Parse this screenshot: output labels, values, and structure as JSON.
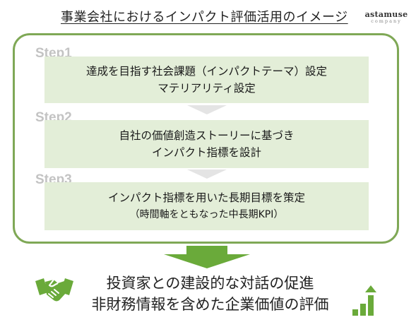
{
  "header": {
    "title": "事業会社におけるインパクト評価活用のイメージ",
    "logo_main": "astamuse",
    "logo_sub": "company"
  },
  "steps": [
    {
      "label": "Step1",
      "line1": "達成を目指す社会課題（インパクトテーマ）設定",
      "line2": "マテリアリティ設定"
    },
    {
      "label": "Step2",
      "line1": "自社の価値創造ストーリーに基づき",
      "line2": "インパクト指標を設計"
    },
    {
      "label": "Step3",
      "line1": "インパクト指標を用いた長期目標を策定",
      "line2": "（時間軸をともなった中長期KPI）"
    }
  ],
  "result": {
    "line1": "投資家との建設的な対話の促進",
    "line2": "非財務情報を含めた企業価値の評価"
  },
  "colors": {
    "frame": "#7fa856",
    "band": "#e3eed8",
    "big_arrow": "#6aaa3a",
    "icon": "#6aaa3a",
    "step_label": "#c3c3c3"
  },
  "icons": [
    "handshake-icon",
    "growth-chart-icon"
  ]
}
